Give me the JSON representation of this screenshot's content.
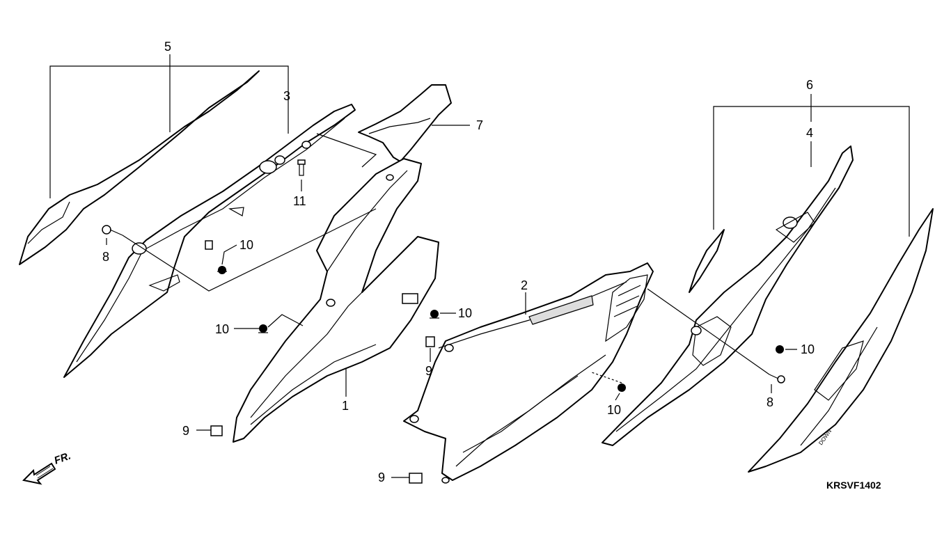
{
  "diagram": {
    "code": "KRSVF1402",
    "direction": "FR.",
    "callouts": [
      {
        "id": "c5",
        "text": "5"
      },
      {
        "id": "c3",
        "text": "3"
      },
      {
        "id": "c7",
        "text": "7"
      },
      {
        "id": "c11",
        "text": "11"
      },
      {
        "id": "c8a",
        "text": "8"
      },
      {
        "id": "c10a",
        "text": "10"
      },
      {
        "id": "c10b",
        "text": "10"
      },
      {
        "id": "c1",
        "text": "1"
      },
      {
        "id": "c9a",
        "text": "9"
      },
      {
        "id": "c10c",
        "text": "10"
      },
      {
        "id": "c9b",
        "text": "9"
      },
      {
        "id": "c9c",
        "text": "9"
      },
      {
        "id": "c2",
        "text": "2"
      },
      {
        "id": "c10d",
        "text": "10"
      },
      {
        "id": "c6",
        "text": "6"
      },
      {
        "id": "c4",
        "text": "4"
      },
      {
        "id": "c10e",
        "text": "10"
      },
      {
        "id": "c8b",
        "text": "8"
      }
    ]
  }
}
